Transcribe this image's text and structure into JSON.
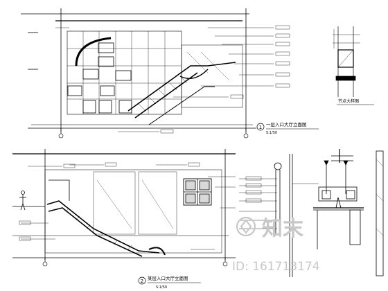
{
  "drawing": {
    "elevation_1": {
      "index": "1",
      "title": "一层入口大厅立面图",
      "scale": "S:1/50"
    },
    "elevation_2": {
      "index": "2",
      "title": "某层入口大厅立面图",
      "scale": "S:1/50"
    },
    "detail": {
      "title": "节点大样图"
    },
    "annotations_top": [
      "",
      "",
      "",
      "",
      "",
      "",
      "",
      "",
      "",
      ""
    ],
    "annotations_bottom": [
      "",
      "",
      "",
      "",
      "",
      "",
      "",
      "",
      ""
    ]
  },
  "watermark": {
    "logo_text": "知末",
    "id_text": "ID: 161713174"
  },
  "colors": {
    "line": "#000000",
    "watermark": "#c8c8c8"
  }
}
